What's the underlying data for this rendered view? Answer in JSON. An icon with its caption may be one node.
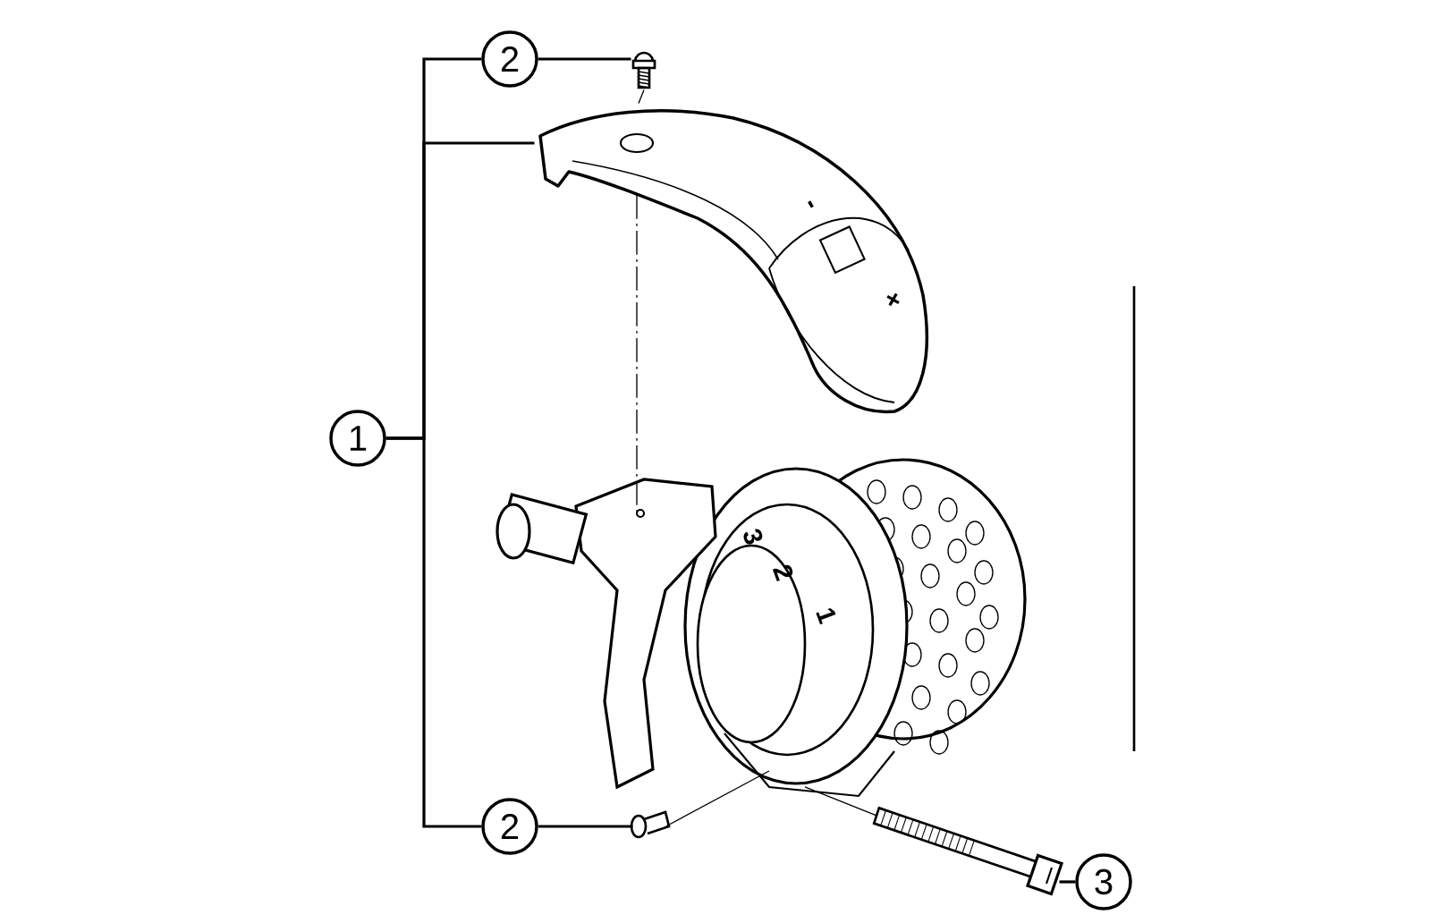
{
  "diagram": {
    "nodes": [
      {
        "text": [
          "1"
        ]
      },
      {
        "text": [
          "2"
        ]
      },
      {
        "text": [
          "2"
        ]
      },
      {
        "text": [
          "3"
        ]
      },
      {
        "text": [],
        "shape": "picture"
      },
      {
        "text": [],
        "shape": "picture"
      },
      {
        "text": [],
        "shape": "picture"
      },
      {
        "text": [],
        "shape": "picture"
      },
      {
        "text": [],
        "shape": "picture"
      }
    ],
    "edges": [
      {
        "from": 0,
        "to": 1,
        "arrow": "none"
      },
      {
        "from": 0,
        "to": 5,
        "arrow": "none"
      },
      {
        "from": 0,
        "to": 2,
        "arrow": "none"
      },
      {
        "from": 1,
        "to": 4,
        "arrow": "none"
      },
      {
        "from": 2,
        "to": 7,
        "arrow": "none"
      },
      {
        "from": 3,
        "to": 8,
        "arrow": "none"
      },
      {
        "from": 4,
        "to": 5,
        "arrow": "none",
        "style": "dashed"
      },
      {
        "from": 5,
        "to": 6,
        "arrow": "none",
        "style": "dashed"
      },
      {
        "from": 7,
        "to": 6,
        "arrow": "none"
      },
      {
        "from": 8,
        "to": 6,
        "arrow": "none"
      }
    ],
    "labels": [
      "-",
      "+",
      "3",
      "2",
      "1"
    ]
  }
}
